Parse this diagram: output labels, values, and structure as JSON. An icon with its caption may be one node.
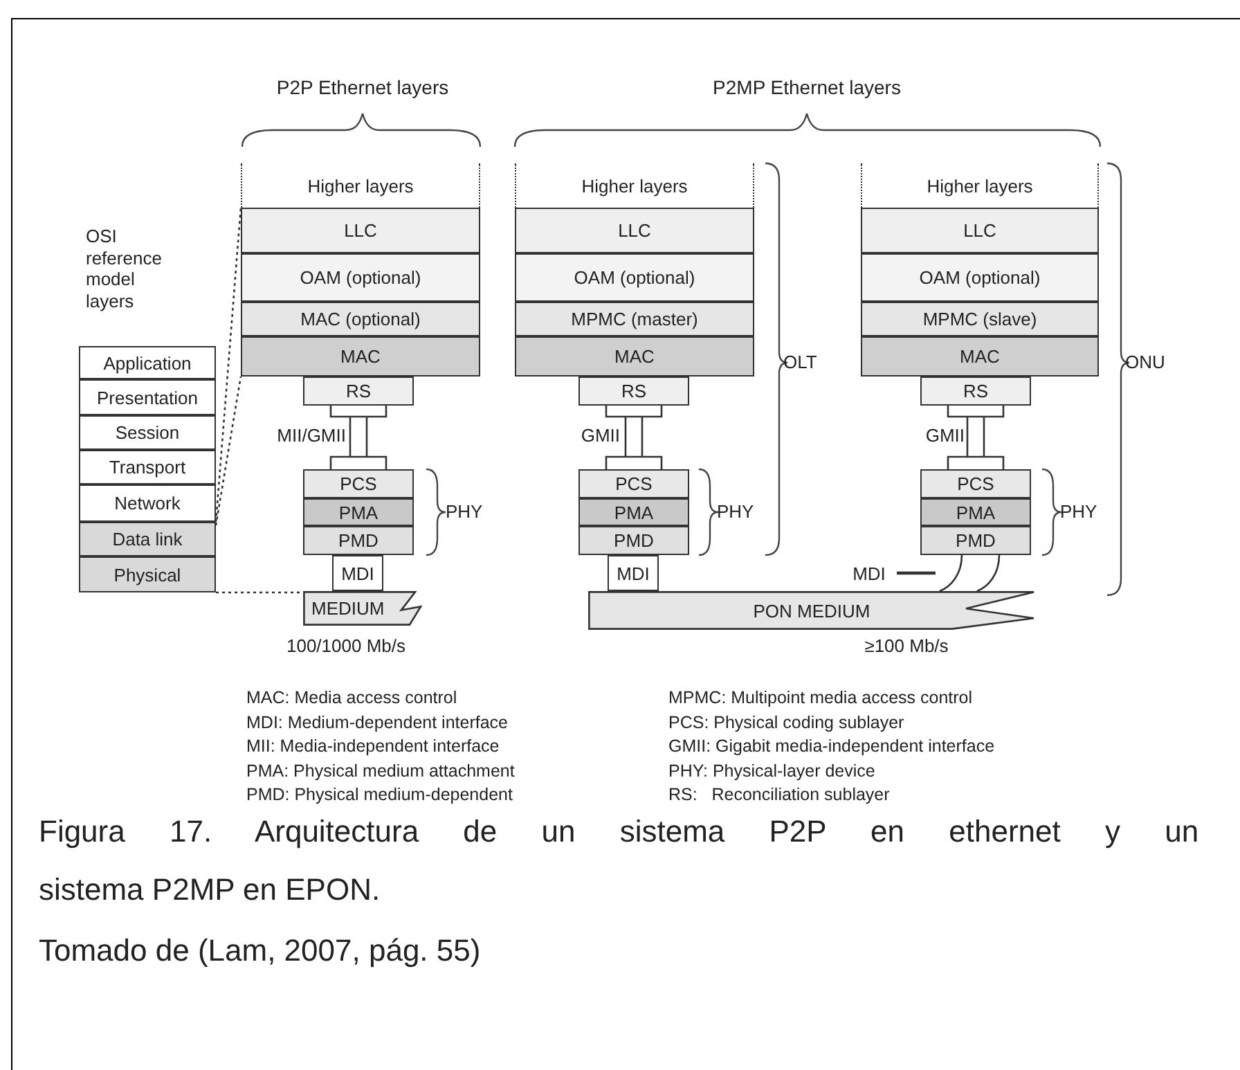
{
  "diagram": {
    "caption": "Figura 17. Arquitectura de un sistema P2P en ethernet y un sistema P2MP en EPON.",
    "nodes": [
      {
        "text": [
          "Application"
        ]
      },
      {
        "text": [
          "Presentation"
        ]
      },
      {
        "text": [
          "Session"
        ]
      },
      {
        "text": [
          "Transport"
        ]
      },
      {
        "text": [
          "Network"
        ]
      },
      {
        "text": [
          "Data link"
        ]
      },
      {
        "text": [
          "Physical"
        ]
      },
      {
        "text": [
          "Higher layers"
        ]
      },
      {
        "text": [
          "LLC"
        ]
      },
      {
        "text": [
          "OAM (optional)"
        ]
      },
      {
        "text": [
          "MAC (optional)"
        ]
      },
      {
        "text": [
          "MAC"
        ]
      },
      {
        "text": [
          "RS"
        ]
      },
      {
        "text": [
          "PCS"
        ]
      },
      {
        "text": [
          "PMA"
        ]
      },
      {
        "text": [
          "PMD"
        ]
      },
      {
        "text": [
          "MDI"
        ]
      },
      {
        "text": [
          "MEDIUM"
        ],
        "beside": [
          "100/1000 Mb/s"
        ]
      },
      {
        "text": [
          "Higher layers"
        ]
      },
      {
        "text": [
          "LLC"
        ]
      },
      {
        "text": [
          "OAM (optional)"
        ]
      },
      {
        "text": [
          "MPMC (master)"
        ]
      },
      {
        "text": [
          "MAC"
        ]
      },
      {
        "text": [
          "RS"
        ]
      },
      {
        "text": [
          "PCS"
        ]
      },
      {
        "text": [
          "PMA"
        ]
      },
      {
        "text": [
          "PMD"
        ]
      },
      {
        "text": [
          "MDI"
        ]
      },
      {
        "text": [
          "PON MEDIUM"
        ],
        "beside": [
          "≥100 Mb/s"
        ]
      },
      {
        "text": [
          "Higher layers"
        ]
      },
      {
        "text": [
          "LLC"
        ]
      },
      {
        "text": [
          "OAM (optional)"
        ]
      },
      {
        "text": [
          "MPMC (slave)"
        ]
      },
      {
        "text": [
          "MAC"
        ]
      },
      {
        "text": [
          "RS"
        ]
      },
      {
        "text": [
          "PCS"
        ]
      },
      {
        "text": [
          "PMA"
        ]
      },
      {
        "text": [
          "PMD"
        ]
      },
      {
        "text": [
          "MDI"
        ]
      }
    ],
    "edges": [
      {
        "from": 12,
        "to": 13,
        "arrow": "none",
        "label": "MII/GMII"
      },
      {
        "from": 23,
        "to": 24,
        "arrow": "none",
        "label": "GMII"
      },
      {
        "from": 34,
        "to": 35,
        "arrow": "none",
        "label": "GMII"
      },
      {
        "from": 37,
        "to": 28,
        "arrow": "none"
      },
      {
        "from": 37,
        "to": 28,
        "arrow": "none"
      },
      {
        "from": 38,
        "to": null,
        "arrow": "none"
      },
      {
        "from": 5,
        "to": 8,
        "arrow": "none",
        "style": "dashed"
      },
      {
        "from": 5,
        "to": 11,
        "arrow": "none",
        "style": "dashed"
      },
      {
        "from": 6,
        "to": 17,
        "arrow": "none",
        "style": "dashed"
      }
    ],
    "labels": [
      "P2P Ethernet layers",
      "P2MP Ethernet layers",
      "OSI reference model layers",
      "OLT",
      "ONU",
      "PHY",
      "PHY",
      "PHY",
      "MAC: Media access control",
      "MPMC: Multipoint media access control",
      "MDI: Medium-dependent interface",
      "PCS: Physical coding sublayer",
      "MII: Media-independent interface",
      "GMII: Gigabit media-independent interface",
      "PMA: Physical medium attachment",
      "PHY: Physical-layer device",
      "PMD: Physical medium-dependent",
      "RS:   Reconciliation sublayer",
      "Tomado de (Lam, 2007, pág. 55)"
    ]
  }
}
